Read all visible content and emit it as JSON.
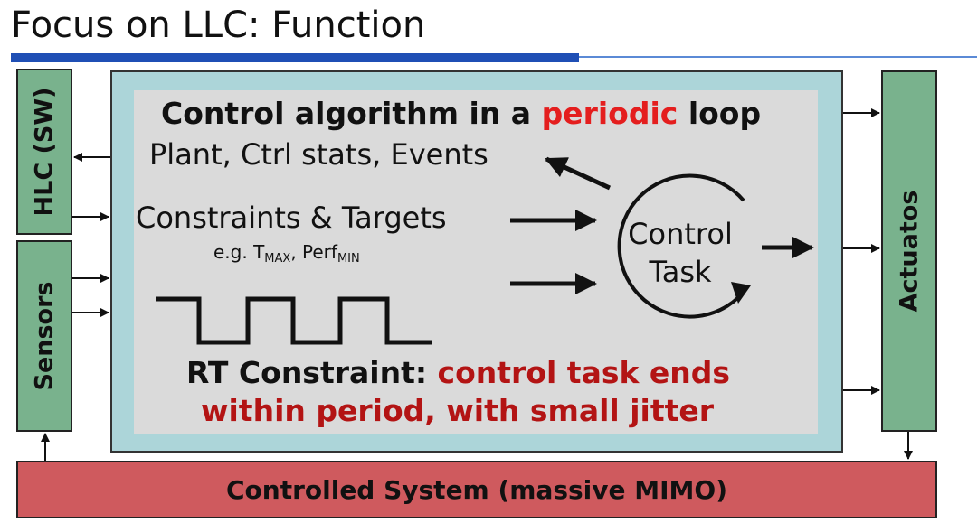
{
  "title": "Focus on LLC: Function",
  "hlc_label": "HLC (SW)",
  "sensors_label": "Sensors",
  "actuators_label": "Actuatos",
  "heading": {
    "prefix": "Control algorithm in a ",
    "highlight": "periodic",
    "suffix": " loop"
  },
  "plant_text": "Plant, Ctrl stats, Events",
  "constraints_text": "Constraints & Targets",
  "example": {
    "prefix": "e.g. T",
    "tmax_sub": "MAX",
    "sep": ", Perf",
    "perfmin_sub": "MIN"
  },
  "control_task": {
    "line1": "Control",
    "line2": "Task"
  },
  "rt_constraint": {
    "prefix": "RT Constraint: ",
    "highlight1": "control task ends",
    "line2": "within period, with small jitter"
  },
  "controlled_system": "Controlled System (massive MIMO)",
  "colors": {
    "title_bar": "#1f4fb5",
    "side_boxes": "#79b28d",
    "outer_box": "#acd5d9",
    "inner_box": "#dadada",
    "bottom_box": "#cf5a5e",
    "highlight_red": "#e41e1e",
    "dark_red": "#b31414"
  }
}
